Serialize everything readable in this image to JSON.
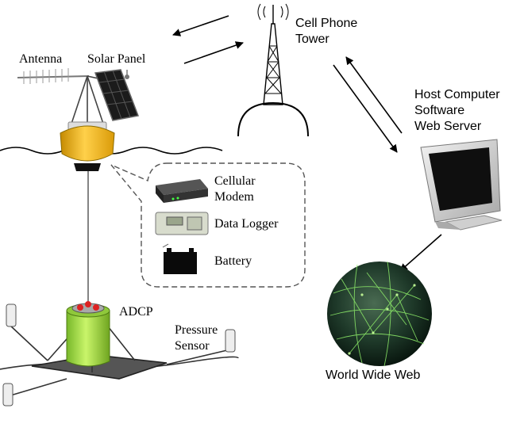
{
  "labels": {
    "antenna": "Antenna",
    "solar_panel": "Solar Panel",
    "cell_tower_line1": "Cell Phone",
    "cell_tower_line2": "Tower",
    "host_line1": "Host Computer",
    "host_line2": "Software",
    "host_line3": "Web Server",
    "cellular_modem_line1": "Cellular",
    "cellular_modem_line2": "Modem",
    "data_logger": "Data Logger",
    "battery": "Battery",
    "adcp": "ADCP",
    "pressure_line1": "Pressure",
    "pressure_line2": "Sensor",
    "www": "World Wide Web"
  },
  "colors": {
    "buoy": "#f2b416",
    "adcp_canister": "#a7e33a",
    "globe": "#1f3a2a",
    "network_lines": "#8fef6a",
    "monitor_frame": "#d9d9d9"
  }
}
